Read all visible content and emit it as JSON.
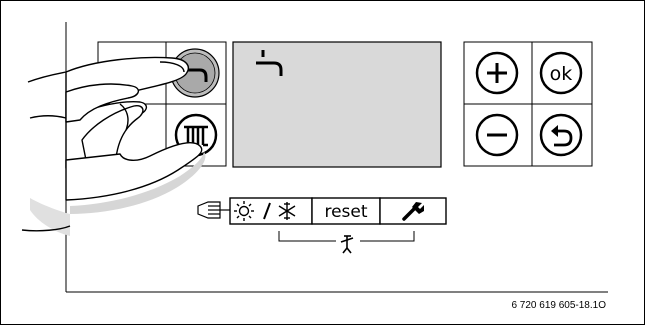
{
  "controls": {
    "plus_button": {
      "label": "+",
      "icon": "plus-icon"
    },
    "ok_button": {
      "label": "ok"
    },
    "minus_button": {
      "label": "–",
      "icon": "minus-icon"
    },
    "back_button": {
      "icon": "return-arrow-icon"
    },
    "summer_winter_button": {
      "icon": "sun-snowflake-icon"
    },
    "reset_button": {
      "label": "reset"
    },
    "service_button": {
      "icon": "wrench-icon"
    },
    "hot_water_button": {
      "icon": "tap-icon"
    },
    "heating_button": {
      "icon": "radiator-icon"
    }
  },
  "display": {
    "indicator_icon": "tap-icon"
  },
  "pointer_icon": "pointing-hand-icon",
  "bracket_icon": "chimney-sweep-icon",
  "figure_id": "6 720 619 605-18.1O"
}
